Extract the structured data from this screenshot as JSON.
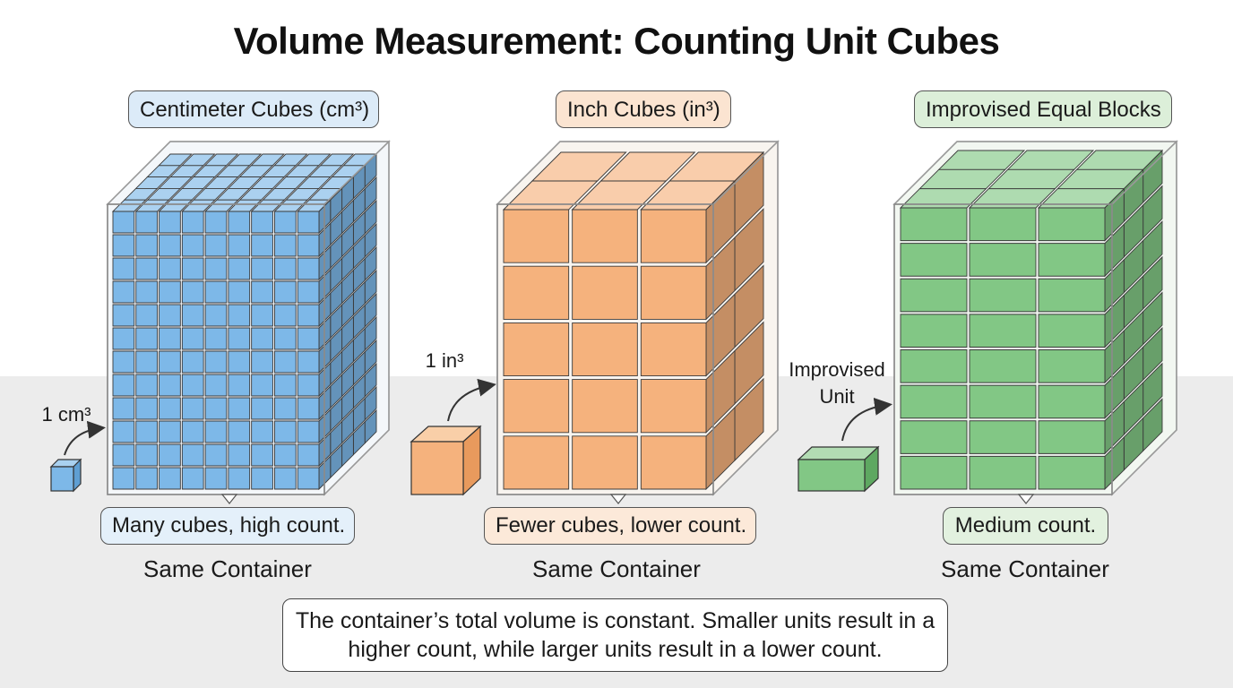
{
  "title": "Volume Measurement: Counting Unit Cubes",
  "panels": [
    {
      "heading": "Centimeter Cubes (cm³)",
      "unit_label": "1 cm³",
      "count_note": "Many cubes, high count.",
      "container_label": "Same Container",
      "color": "#7db8e8"
    },
    {
      "heading": "Inch Cubes (in³)",
      "unit_label": "1 in³",
      "count_note": "Fewer cubes, lower count.",
      "container_label": "Same Container",
      "color": "#f5b27d"
    },
    {
      "heading": "Improvised Equal Blocks",
      "unit_label": "Improvised\nUnit",
      "count_note": "Medium count.",
      "container_label": "Same Container",
      "color": "#82c785"
    }
  ],
  "summary": "The container’s total volume is constant. Smaller units result in a higher count, while larger units result in a lower count."
}
